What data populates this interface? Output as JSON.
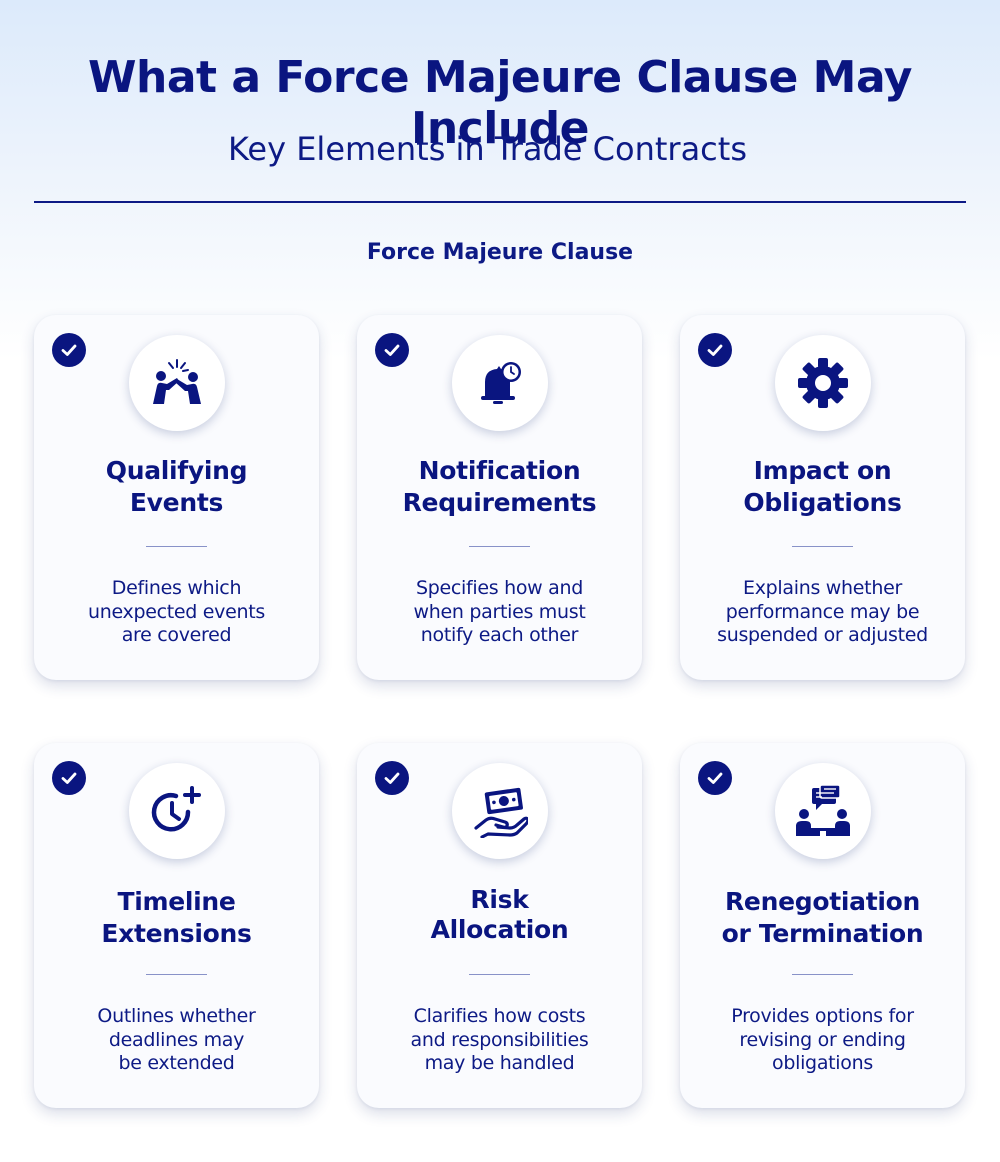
{
  "header": {
    "title": "What a Force Majeure Clause May Include",
    "subtitle": "Key Elements in Trade Contracts",
    "section_label": "Force Majeure Clause"
  },
  "colors": {
    "primary": "#0a1580",
    "card_bg": "#fafbfe",
    "page_gradient_top": "#dceafb"
  },
  "cards": [
    {
      "icon": "conflict-icon",
      "title_lines": [
        "Qualifying",
        "Events"
      ],
      "desc_lines": [
        "Defines which",
        "unexpected events",
        "are covered"
      ]
    },
    {
      "icon": "alarm-bell-icon",
      "title_lines": [
        "Notification",
        "Requirements"
      ],
      "desc_lines": [
        "Specifies how and",
        "when parties must",
        "notify each other"
      ]
    },
    {
      "icon": "gear-icon",
      "title_lines": [
        "Impact on",
        "Obligations"
      ],
      "desc_lines": [
        "Explains whether",
        "performance may be",
        "suspended or adjusted"
      ]
    },
    {
      "icon": "clock-plus-icon",
      "title_lines": [
        "Timeline",
        "Extensions"
      ],
      "desc_lines": [
        "Outlines whether",
        "deadlines may",
        "be extended"
      ]
    },
    {
      "icon": "money-hand-icon",
      "title_lines": [
        "Risk",
        "Allocation"
      ],
      "desc_lines": [
        "Clarifies how costs",
        "and responsibilities",
        "may be handled"
      ]
    },
    {
      "icon": "meeting-chat-icon",
      "title_lines": [
        "Renegotiation",
        "or Termination"
      ],
      "desc_lines": [
        "Provides options for",
        "revising or ending",
        "obligations"
      ]
    }
  ]
}
